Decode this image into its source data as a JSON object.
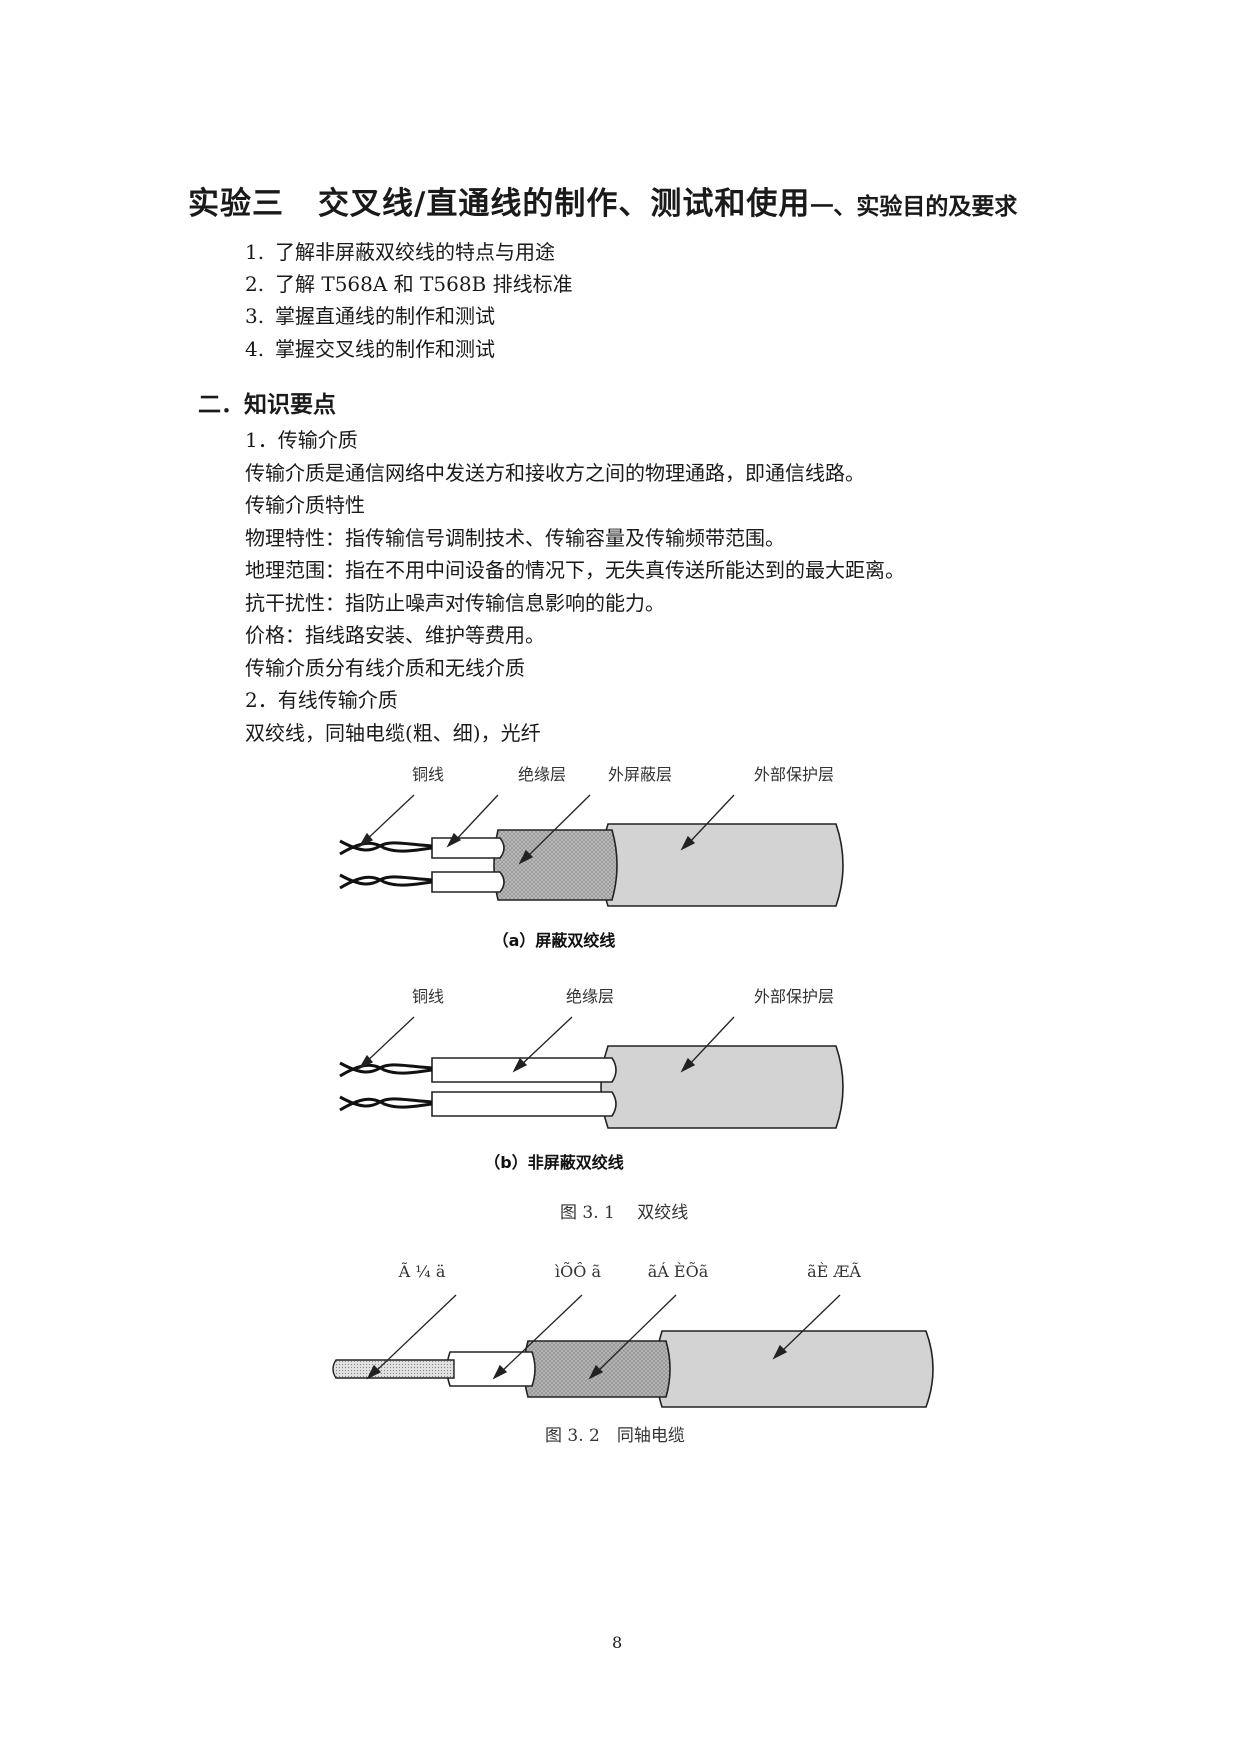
{
  "title": {
    "main": "实验三",
    "rest": "交叉线/直通线的制作、测试和使用",
    "suffix": "一、实验目的及要求"
  },
  "objectives": [
    {
      "num": "1.",
      "text": "了解非屏蔽双绞线的特点与用途"
    },
    {
      "num": "2.",
      "text": "了解 T568A 和 T568B 排线标准"
    },
    {
      "num": "3.",
      "text": "掌握直通线的制作和测试"
    },
    {
      "num": "4.",
      "text": "掌握交叉线的制作和测试"
    }
  ],
  "section2": {
    "heading": "二．知识要点",
    "lines": [
      "1．传输介质",
      "传输介质是通信网络中发送方和接收方之间的物理通路，即通信线路。",
      "传输介质特性",
      "物理特性：指传输信号调制技术、传输容量及传输频带范围。",
      "地理范围：指在不用中间设备的情况下，无失真传送所能达到的最大距离。",
      "抗干扰性：指防止噪声对传输信息影响的能力。",
      "价格：指线路安装、维护等费用。",
      "传输介质分有线介质和无线介质",
      "2．有线传输介质",
      "双绞线，同轴电缆(粗、细)，光纤"
    ]
  },
  "figure_a": {
    "labels": [
      "铜线",
      "绝缘层",
      "外屏蔽层",
      "外部保护层"
    ],
    "caption": "（a）屏蔽双绞线"
  },
  "figure_b": {
    "labels": [
      "铜线",
      "绝缘层",
      "外部保护层"
    ],
    "caption": "（b）非屏蔽双绞线"
  },
  "figure_3_1_caption": "图 3. 1　 双绞线",
  "figure_coax": {
    "labels": [
      "Ã ¼ ä",
      "ìÕÔ ã",
      "ãÁ ÈÕã",
      "ãÈ ÆÃ"
    ],
    "caption": "图 3. 2　同轴电缆"
  },
  "page_number": "8"
}
